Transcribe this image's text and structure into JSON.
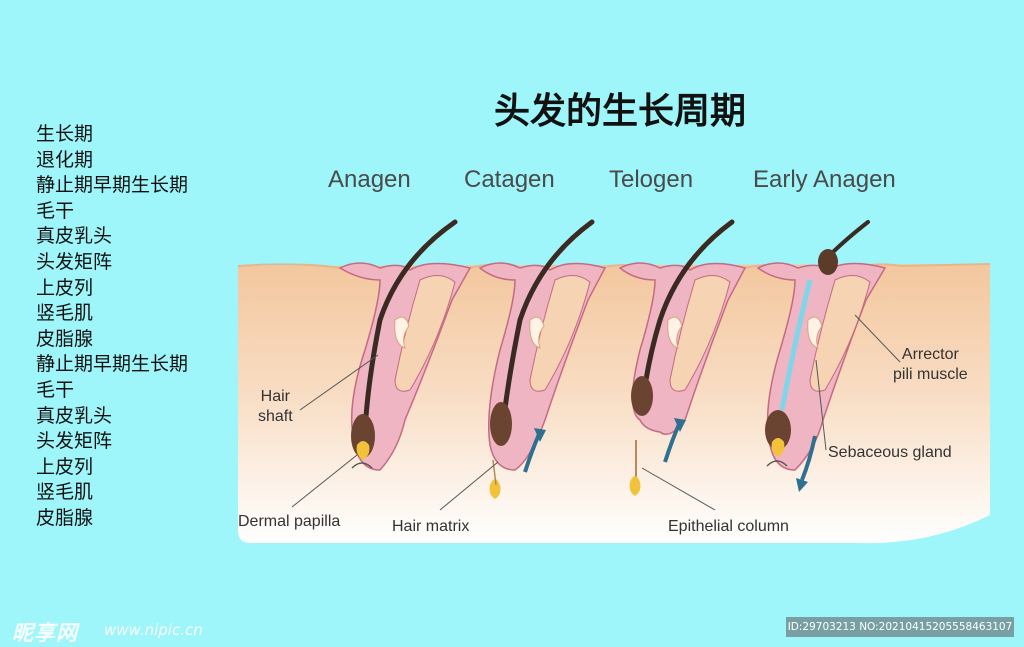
{
  "title": "头发的生长周期",
  "side_list": [
    "生长期",
    "退化期",
    "静止期早期生长期",
    "毛干",
    "真皮乳头",
    "头发矩阵",
    "上皮列",
    "竖毛肌",
    "皮脂腺",
    "静止期早期生长期",
    "毛干",
    "真皮乳头",
    "头发矩阵",
    "上皮列",
    "竖毛肌",
    "皮脂腺"
  ],
  "stages": {
    "anagen": "Anagen",
    "catagen": "Catagen",
    "telogen": "Telogen",
    "early_anagen": "Early Anagen"
  },
  "labels": {
    "hair_shaft": "Hair\nshaft",
    "dermal_papilla": "Dermal papilla",
    "hair_matrix": "Hair matrix",
    "epithelial_column": "Epithelial column",
    "arrector_pili": "Arrector\npili muscle",
    "sebaceous_gland": "Sebaceous gland"
  },
  "watermark": {
    "logo": "昵享网",
    "site": "www.nipic.cn",
    "id": "ID:29703213 NO:20210415205558463107"
  },
  "colors": {
    "background": "#9ef6fb",
    "skin_top": "#f5cfa8",
    "skin_bottom": "#ffffff",
    "hair": "#5b3b2a",
    "follicle": "#e8a4b4",
    "papilla": "#f2c23a",
    "arrow": "#2f6f8f"
  }
}
